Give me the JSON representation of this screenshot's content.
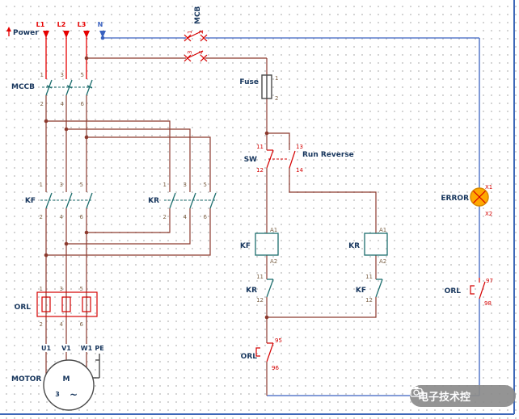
{
  "colors": {
    "wire-red": "#e60000",
    "wire-maroon": "#8c3a2e",
    "wire-blue": "#3a62c0",
    "symbol-teal": "#1d6e6e",
    "label-navy": "#17365d",
    "number-brown": "#7d6247",
    "number-red": "#d40000",
    "lamp-orange": "#ffa800",
    "component-gray": "#4a4a4a",
    "border-blue": "#3e68b8",
    "grid-dot": "#cfcfcf",
    "watermark-bg": "#8c8c8c"
  },
  "power": {
    "label": "Power",
    "l1": "L1",
    "l2": "L2",
    "l3": "L3",
    "n": "N"
  },
  "mcb": {
    "label": "MCB",
    "t1": "1",
    "t2": "2",
    "t3": "3",
    "t4": "4"
  },
  "mccb": {
    "label": "MCCB",
    "top": [
      "1",
      "3",
      "5"
    ],
    "bottom": [
      "2",
      "4",
      "6"
    ]
  },
  "fuse": {
    "label": "Fuse",
    "t1": "1",
    "t2": "2"
  },
  "sw": {
    "label": "SW",
    "caption": "Run Reverse",
    "t11": "11",
    "t12": "12",
    "t13": "13",
    "t14": "14"
  },
  "kf_contactor": {
    "label": "KF",
    "top": [
      "1",
      "3",
      "5"
    ],
    "bottom": [
      "2",
      "4",
      "6"
    ]
  },
  "kr_contactor": {
    "label": "KR",
    "top": [
      "1",
      "3",
      "5"
    ],
    "bottom": [
      "2",
      "4",
      "6"
    ]
  },
  "orl_power": {
    "label": "ORL",
    "top": [
      "1",
      "3",
      "5"
    ],
    "bottom": [
      "2",
      "4",
      "6"
    ]
  },
  "motor": {
    "label": "MOTOR",
    "letter": "M",
    "phases": "3",
    "wave": "~",
    "u1": "U1",
    "v1": "V1",
    "w1": "W1",
    "pe": "PE"
  },
  "kf_coil": {
    "label": "KF",
    "a1": "A1",
    "a2": "A2"
  },
  "kr_coil": {
    "label": "KR",
    "a1": "A1",
    "a2": "A2"
  },
  "kr_interlock": {
    "label": "KR",
    "t11": "11",
    "t12": "12"
  },
  "kf_interlock": {
    "label": "KF",
    "t11": "11",
    "t12": "12"
  },
  "orl_nc": {
    "label": "ORL",
    "t95": "95",
    "t96": "96"
  },
  "error_lamp": {
    "label": "ERROR",
    "x1": "X1",
    "x2": "X2"
  },
  "orl_aux": {
    "label": "ORL",
    "t97": "97",
    "t98": "98"
  },
  "watermark": {
    "text": "电子技术控"
  }
}
